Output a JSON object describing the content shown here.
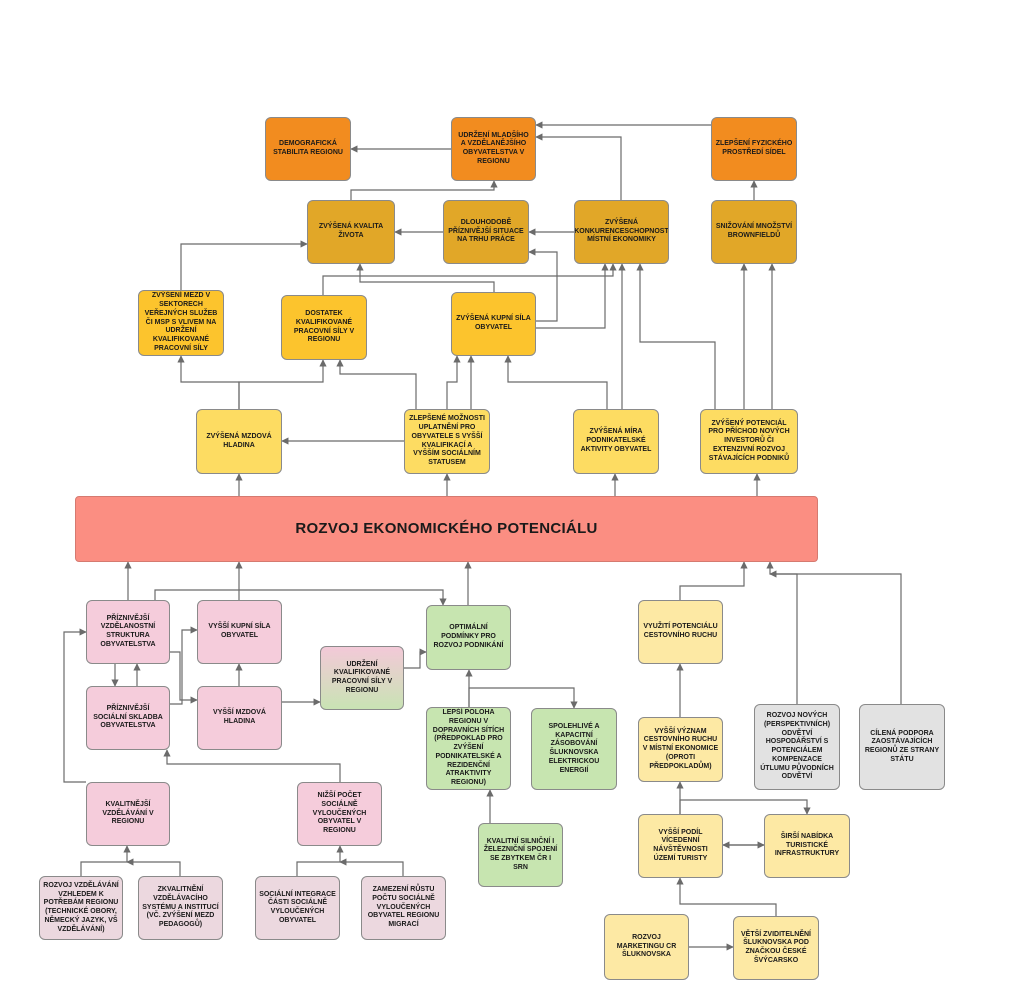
{
  "title": "ROZVOJ  EKONOMICKÉHO POTENCIÁLU",
  "colors": {
    "main": "#fb8e82",
    "orange": "#f28c1f",
    "dark_gold": "#e1a728",
    "gold": "#fcc42d",
    "yellow": "#fddc62",
    "cream": "#fde9a4",
    "pink": "#f5ccdb",
    "green": "#c7e5b0",
    "gray": "#e2e2e2",
    "arrow": "#6b6b6b"
  },
  "nodes": {
    "demograficka": "DEMOGRAFICKÁ STABILITA REGIONU",
    "udrzeni_mladsiho": "UDRŽENÍ MLADŠÍHO A VZDĚLANĚJŠÍHO OBYVATELSTVA V REGIONU",
    "zlepseni_prostredi": "ZLEPŠENÍ FYZICKÉHO PROSTŘEDÍ SÍDEL",
    "kvalita_zivota": "ZVÝŠENÁ KVALITA ŽIVOTA",
    "dlouhodobe": "DLOUHODOBĚ PŘÍZNIVĚJŠÍ SITUACE NA TRHU PRÁCE",
    "konkurenceschopnost": "ZVÝŠENÁ KONKURENCESCHOPNOST MÍSTNÍ EKONOMIKY",
    "brownfieldy": "SNIŽOVÁNÍ MNOŽSTVÍ BROWNFIELDŮ",
    "mzdy_sektor": "ZVÝŠENÍ MEZD V SEKTORECH VEŘEJNÝCH SLUŽEB ČI MSP S VLIVEM NA UDRŽENÍ KVALIFIKOVANÉ PRACOVNÍ SÍLY",
    "dostatek": "DOSTATEK KVALIFIKOVANÉ PRACOVNÍ SÍLY V REGIONU",
    "kupni_sila": "ZVÝŠENÁ KUPNÍ SÍLA OBYVATEL",
    "mzdova_hladina": "ZVÝŠENÁ MZDOVÁ HLADINA",
    "moznosti": "ZLEPŠENÉ MOŽNOSTI UPLATNĚNÍ PRO OBYVATELE S VYŠŠÍ KVALIFIKACÍ A VYŠŠÍM SOCIÁLNÍM STATUSEM",
    "podnikatelska": "ZVÝŠENÁ MÍRA PODNIKATELSKÉ AKTIVITY OBYVATEL",
    "investori": "ZVÝŠENÝ POTENCIÁL PRO PŘÍCHOD NOVÝCH INVESTORŮ ČI EXTENZIVNÍ ROZVOJ STÁVAJÍCÍCH PODNIKŮ",
    "vzdelanostni": "PŘÍZNIVĚJŠÍ VZDĚLANOSTNÍ STRUKTURA OBYVATELSTVA",
    "vyssi_kupni": "VYŠŠÍ KUPNÍ SÍLA OBYVATEL",
    "socialni_skladba": "PŘÍZNIVĚJŠÍ SOCIÁLNÍ SKLADBA OBYVATELSTVA",
    "vyssi_mzdova": "VYŠŠÍ MZDOVÁ HLADINA",
    "udrzeni_kvalif": "UDRŽENÍ KVALIFIKOVANÉ PRACOVNÍ SÍLY V REGIONU",
    "optimalni": "OPTIMÁLNÍ PODMÍNKY PRO ROZVOJ PODNIKÁNÍ",
    "lepsi_poloha": "LEPŠÍ POLOHA REGIONU V DOPRAVNÍCH SÍTÍCH (PŘEDPOKLAD PRO ZVÝŠENÍ PODNIKATELSKÉ A REZIDENČNÍ ATRAKTIVITY REGIONU)",
    "spolehlive": "SPOLEHLIVÉ A KAPACITNÍ ZÁSOBOVÁNÍ ŠLUKNOVSKA ELEKTRICKOU ENERGIÍ",
    "spojeni": "KVALITNÍ SILNIČNÍ I ŽELEZNIČNÍ SPOJENÍ SE ZBYTKEM ČR I SRN",
    "kvalitnejsi": "KVALITNĚJŠÍ VZDĚLÁVÁNÍ V REGIONU",
    "nizsi_pocet": "NIŽŠÍ POČET SOCIÁLNĚ VYLOUČENÝCH OBYVATEL V REGIONU",
    "rozvoj_vzdelavani": "ROZVOJ VZDĚLÁVÁNÍ VZHLEDEM K POTŘEBÁM REGIONU (TECHNICKÉ OBORY, NĚMECKÝ JAZYK, VŠ VZDĚLÁVÁNÍ)",
    "zkvalitneni": "ZKVALITNĚNÍ VZDĚLÁVACÍHO SYSTÉMU A INSTITUCÍ (VČ. ZVÝŠENÍ MEZD PEDAGOGŮ)",
    "integrace": "SOCIÁLNÍ INTEGRACE ČÁSTI SOCIÁLNĚ VYLOUČENÝCH OBYVATEL",
    "zamezeni": "ZAMEZENÍ RŮSTU POČTU SOCIÁLNĚ VYLOUČENÝCH OBYVATEL REGIONU MIGRACÍ",
    "cestovni_ruch": "VYUŽITÍ POTENCIÁLU CESTOVNÍHO RUCHU",
    "vyssi_vyznam": "VYŠŠÍ VÝZNAM CESTOVNÍHO RUCHU V MÍSTNÍ EKONOMICE (OPROTI PŘEDPOKLADŮM)",
    "vicedenni": "VYŠŠÍ PODÍL VÍCEDENNÍ NÁVŠTĚVNOSTI ÚZEMÍ TURISTY",
    "sirsi_nabidka": "ŠIRŠÍ NABÍDKA TURISTICKÉ INFRASTRUKTURY",
    "marketing": "ROZVOJ MARKETINGU CR ŠLUKNOVSKA",
    "zviditelneni": "VĚTŠÍ ZVIDITELNĚNÍ ŠLUKNOVSKA POD ZNAČKOU ČESKÉ ŠVÝCARSKO",
    "odvetvi": "ROZVOJ NOVÝCH (PERSPEKTIVNÍCH) ODVĚTVÍ HOSPODÁŘSTVÍ S POTENCIÁLEM KOMPENZACE ÚTLUMU PŮVODNÍCH ODVĚTVÍ",
    "podpora": "CÍLENÁ PODPORA ZAOSTÁVAJÍCÍCH REGIONŮ ZE STRANY STÁTU"
  }
}
